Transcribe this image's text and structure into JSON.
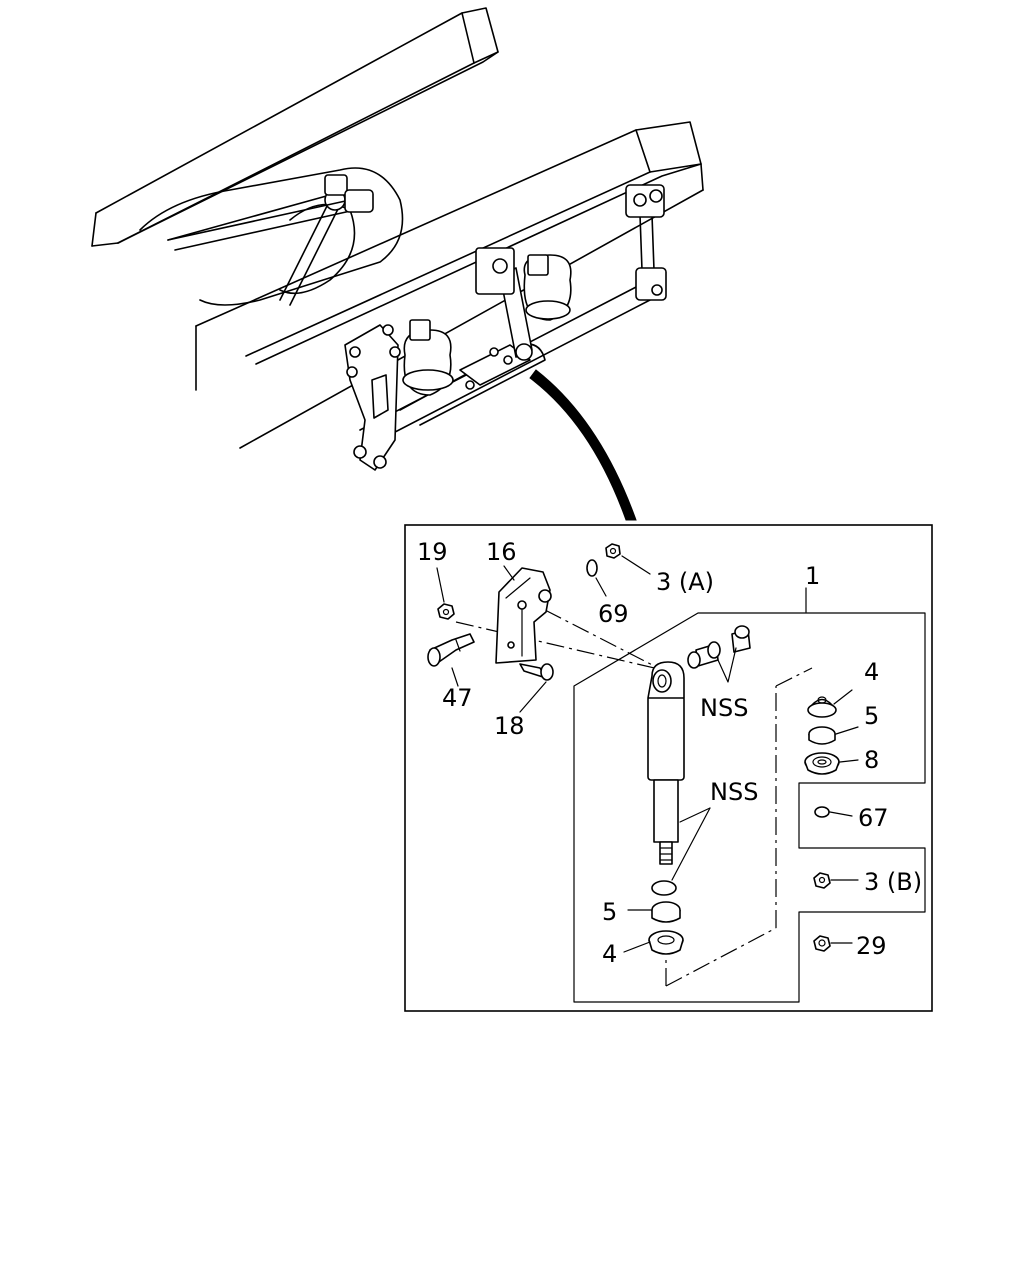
{
  "callouts": {
    "c1": "1",
    "c16": "16",
    "c19": "19",
    "c3a": "3 (A)",
    "c69": "69",
    "c47": "47",
    "c18": "18",
    "nss_top": "NSS",
    "nss_mid": "NSS",
    "c4_right": "4",
    "c5_right": "5",
    "c8": "8",
    "c67": "67",
    "c3b": "3 (B)",
    "c5_left": "5",
    "c4_left": "4",
    "c29": "29"
  }
}
